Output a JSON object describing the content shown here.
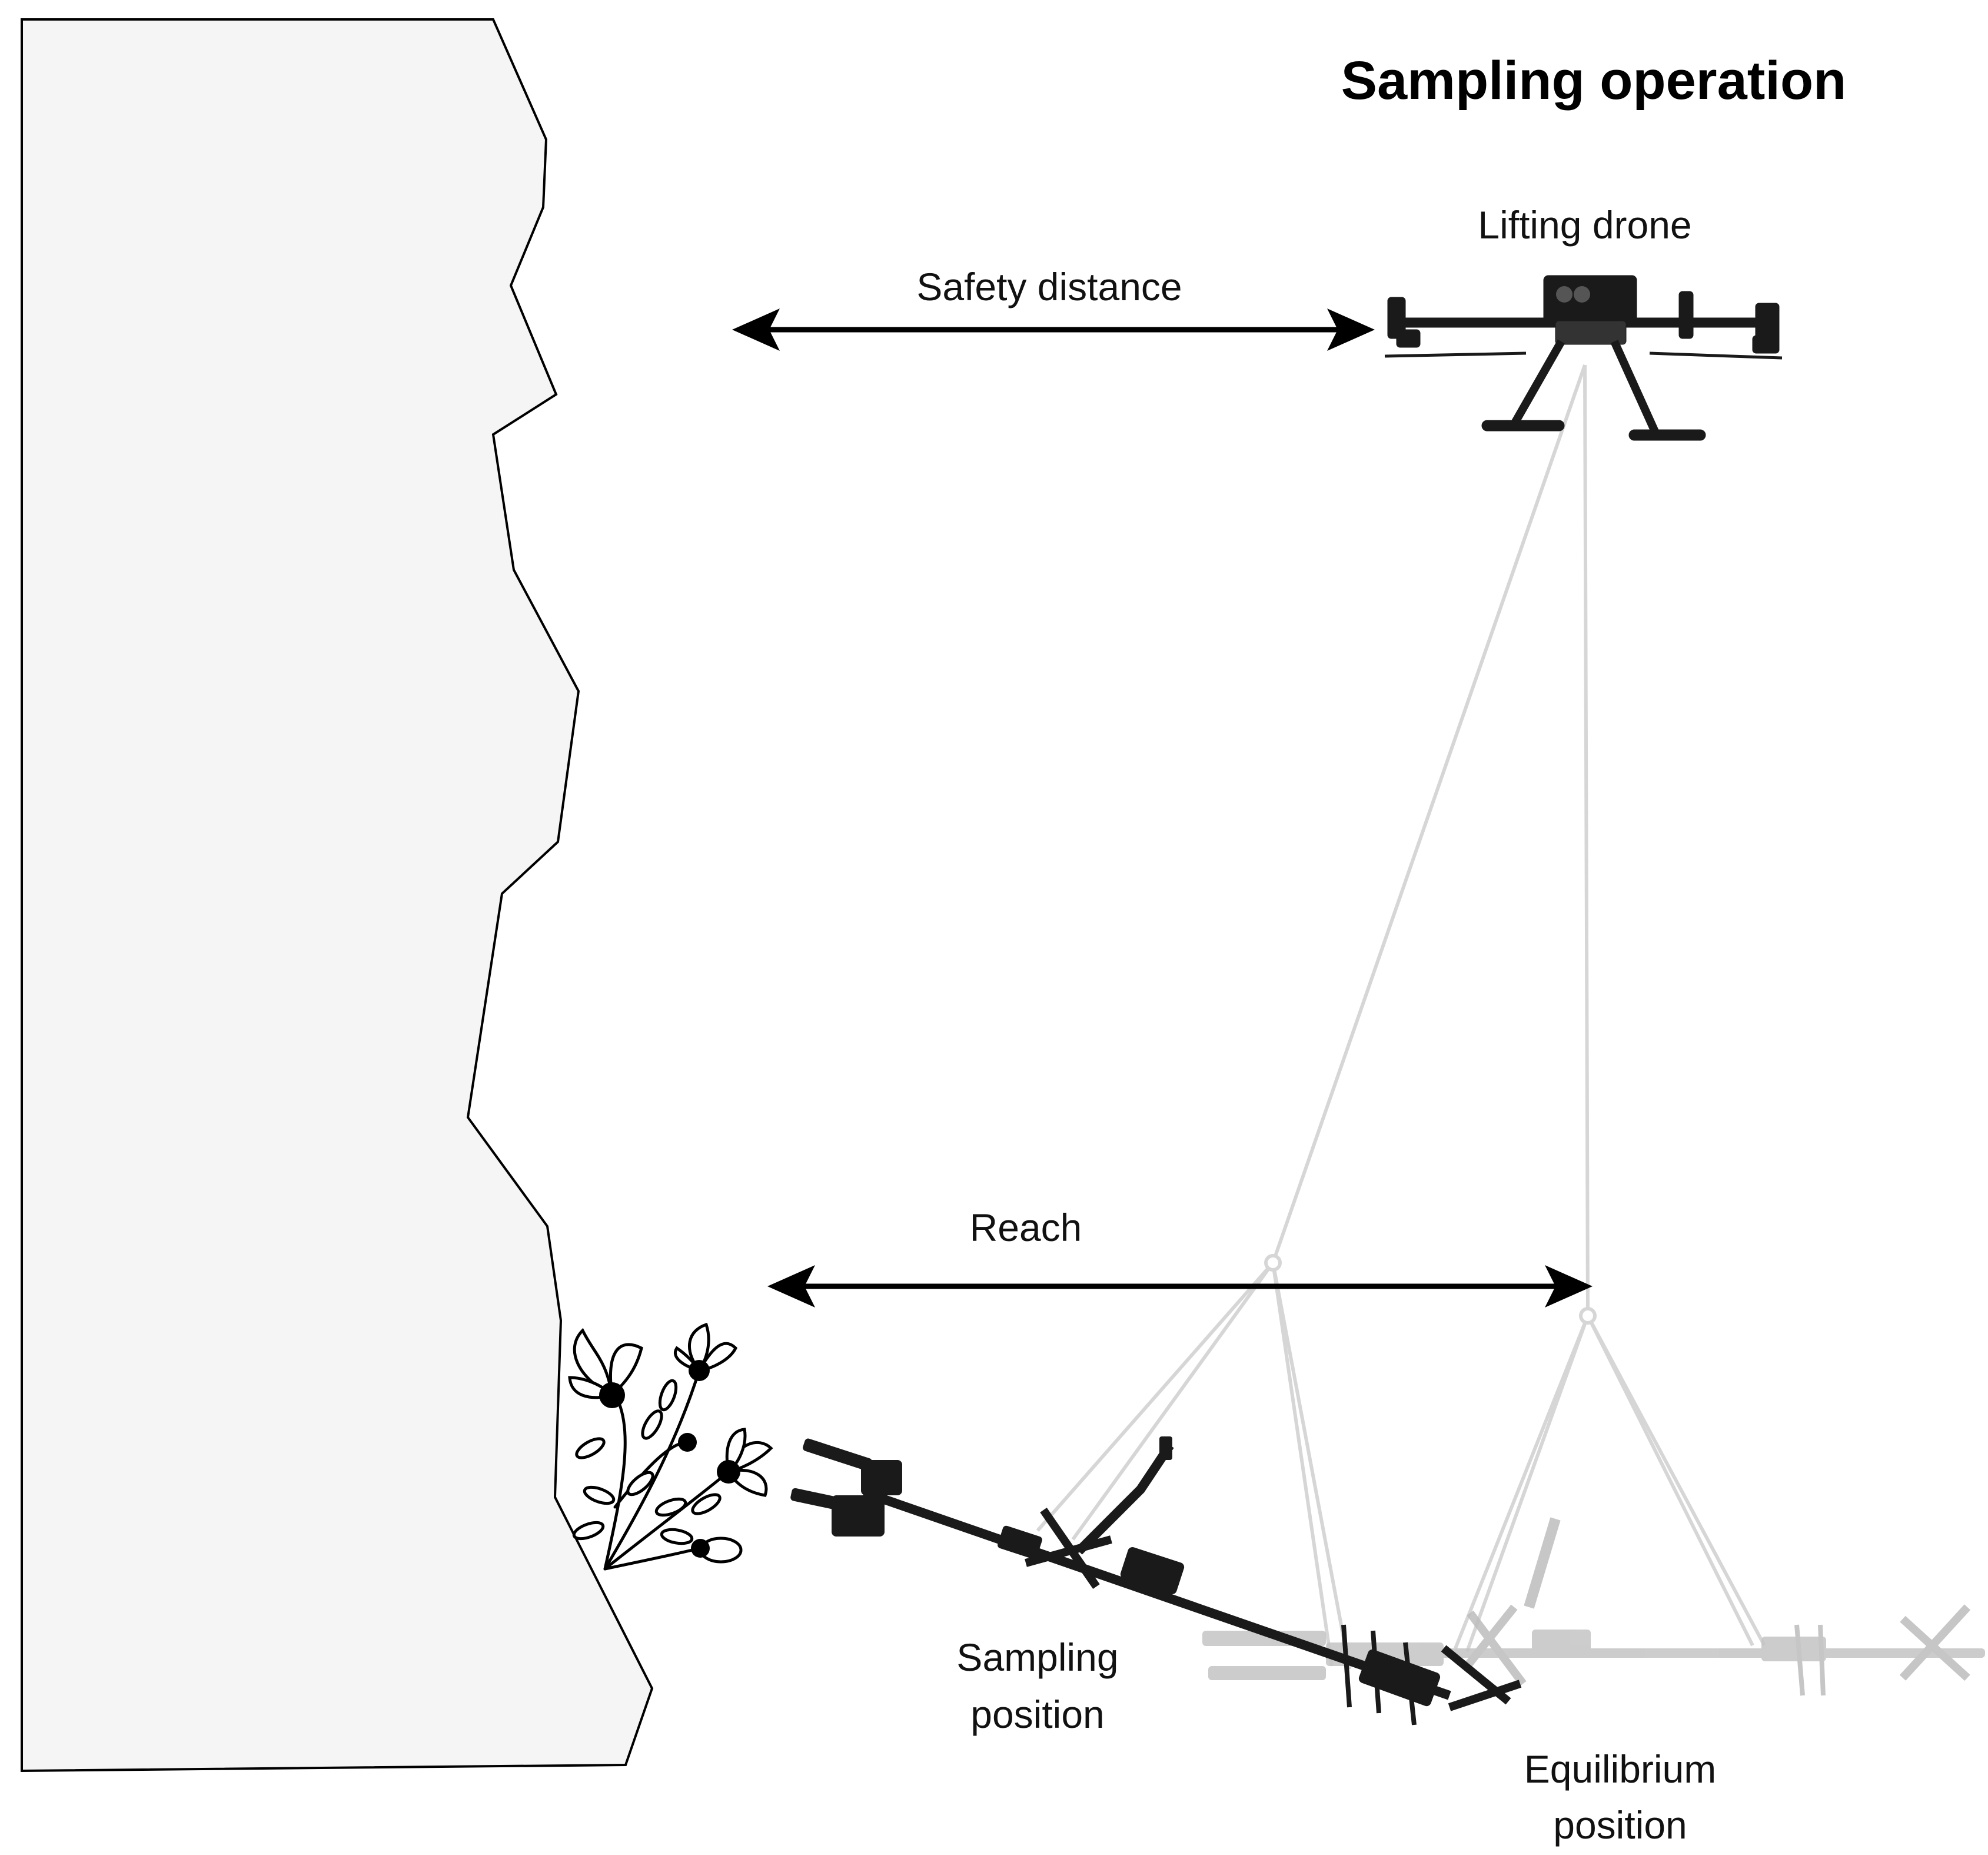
{
  "title": "Sampling operation",
  "labels": {
    "lifting_drone": "Lifting drone",
    "safety_distance": "Safety distance",
    "reach": "Reach",
    "sampling_line1": "Sampling",
    "sampling_line2": "position",
    "equilibrium_line1": "Equilibrium",
    "equilibrium_line2": "position"
  },
  "colors": {
    "cliff_fill": "#f5f5f5",
    "outline": "#000000",
    "cable": "#d6d6d6",
    "arm_active": "#1a1a1a",
    "arm_ghost": "#bdbdbd"
  }
}
